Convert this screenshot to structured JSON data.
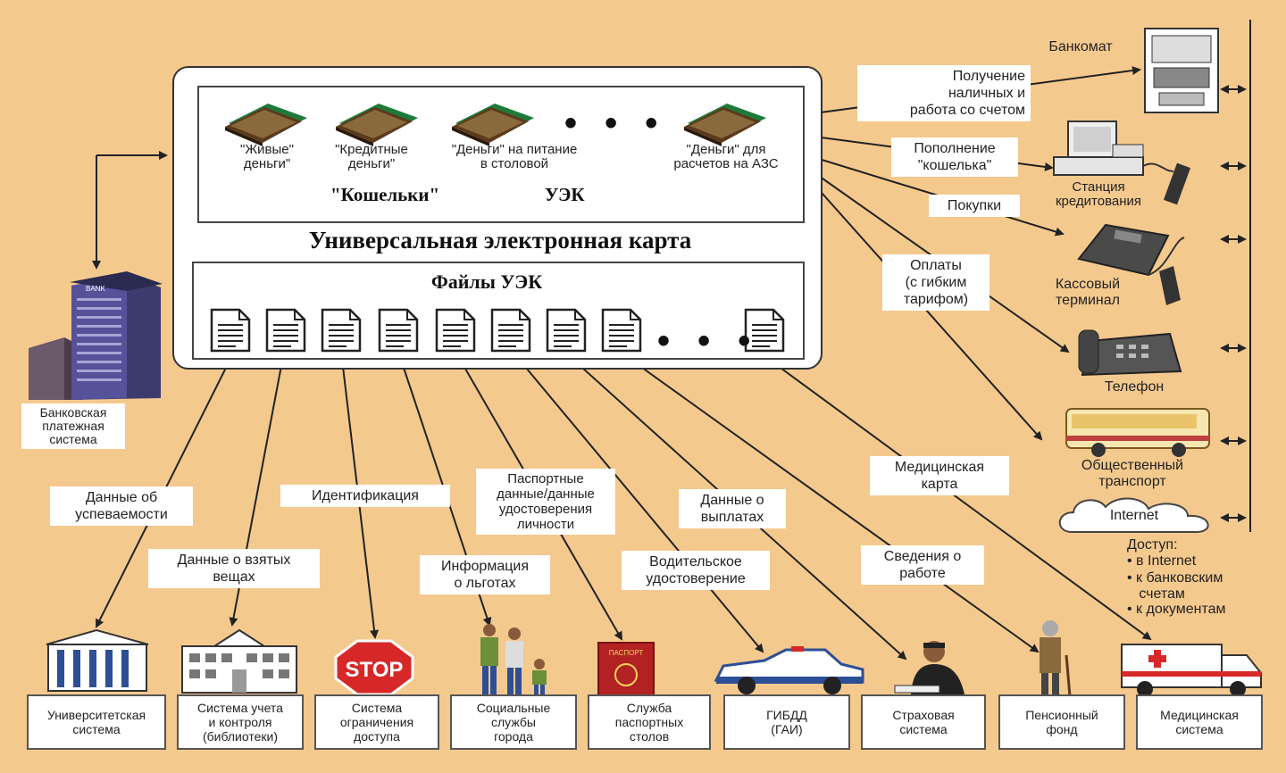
{
  "card": {
    "title": "Универсальная электронная карта",
    "wallets_label": "\"Кошельки\"",
    "uek_label": "УЭК",
    "files_title": "Файлы УЭК",
    "dots": "• • •",
    "wallets": [
      "\"Живые\"\nденьги\"",
      "\"Кредитные\nденьги\"",
      "\"Деньги\" на питание\nв столовой",
      "\"Деньги\" для\nрасчетов на АЗС"
    ]
  },
  "bank": {
    "caption": "Банковская\nплатежная\nсистема",
    "logo_text": "BANK"
  },
  "right_labels": {
    "cash": "Получение\nналичных и\nработа со счетом",
    "topup": "Пополнение\n\"кошелька\"",
    "purchases": "Покупки",
    "payments": "Оплаты\n(с гибким\nтарифом)",
    "medical_card": "Медицинская\nкарта"
  },
  "devices": {
    "atm": "Банкомат",
    "station": "Станция\nкредитования",
    "terminal": "Кассовый\nтерминал",
    "phone": "Телефон",
    "transport": "Общественный\nтранспорт",
    "internet": "Internet"
  },
  "access": {
    "title": "Доступ:",
    "items": [
      "• в Internet",
      "• к банковским\n   счетам",
      "• к документам"
    ]
  },
  "lower_labels": {
    "grades": "Данные об\nуспеваемости",
    "items_taken": "Данные о взятых\nвещах",
    "identification": "Идентификация",
    "benefits": "Информация\nо льготах",
    "passport": "Паспортные\nданные/данные\nудостоверения\nличности",
    "license": "Водительское\nудостоверение",
    "payouts": "Данные о\nвыплатах",
    "work": "Сведения о\nработе"
  },
  "stop_sign": "STOP",
  "passport_cover": "ПАСПОРТ",
  "bottom_systems": [
    "Университетская\nсистема",
    "Система учета\nи контроля\n(библиотеки)",
    "Система\nограничения\nдоступа",
    "Социальные\nслужбы\nгорода",
    "Служба\nпаспортных\nстолов",
    "ГИБДД\n(ГАИ)",
    "Страховая\nсистема",
    "Пенсионный\nфонд",
    "Медицинская\nсистема"
  ]
}
